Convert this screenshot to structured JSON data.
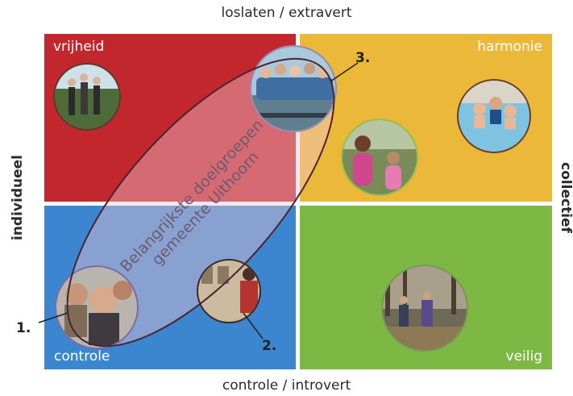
{
  "axes": {
    "top": "loslaten / extravert",
    "bottom": "controle / introvert",
    "left": "individueel",
    "right": "collectief"
  },
  "quadrants": {
    "top_left": {
      "label": "vrijheid",
      "color": "#c1272d"
    },
    "top_right": {
      "label": "harmonie",
      "color": "#ecb83a"
    },
    "bottom_left": {
      "label": "controle",
      "color": "#3b86cf"
    },
    "bottom_right": {
      "label": "veilig",
      "color": "#7db845"
    }
  },
  "highlight": {
    "line1": "Belangrijkste doelgroepen",
    "line2": "gemeente Uithoorn",
    "color": "#f2c9d2"
  },
  "markers": [
    "1.",
    "2.",
    "3."
  ],
  "photos": [
    {
      "name": "photo-hikers-icon",
      "quadrant": "vrijheid"
    },
    {
      "name": "photo-rollercoaster-icon",
      "quadrant": "vrijheid"
    },
    {
      "name": "photo-mother-child-icon",
      "quadrant": "harmonie"
    },
    {
      "name": "photo-family-pool-icon",
      "quadrant": "harmonie"
    },
    {
      "name": "photo-group-selfie-icon",
      "quadrant": "controle"
    },
    {
      "name": "photo-museum-visitor-icon",
      "quadrant": "controle"
    },
    {
      "name": "photo-forest-walkers-icon",
      "quadrant": "veilig"
    }
  ]
}
